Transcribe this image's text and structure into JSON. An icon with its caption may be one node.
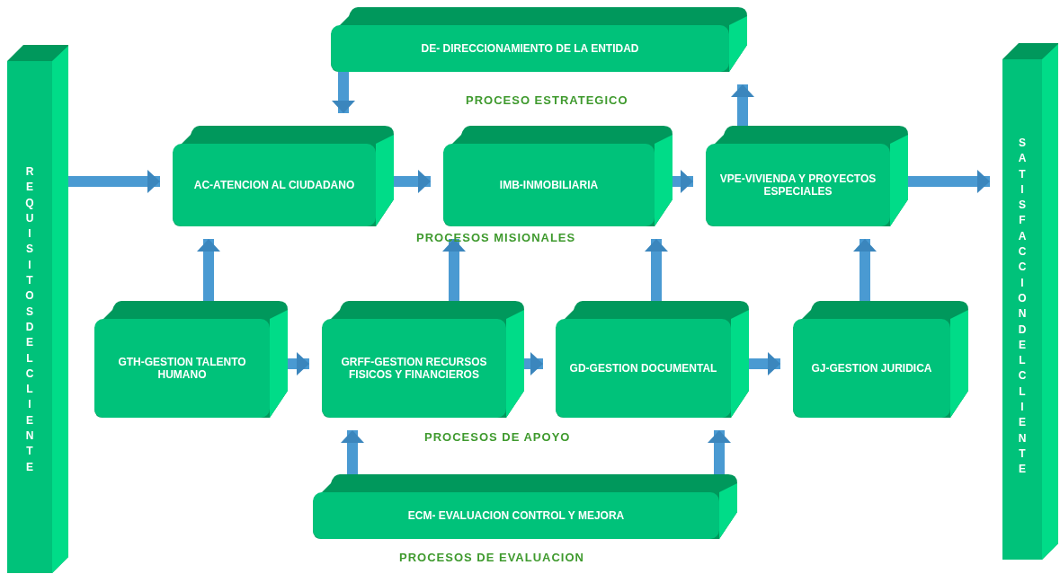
{
  "diagram": {
    "nodes": [
      {
        "text": [
          "REQUISITOS DEL CLIENTE"
        ]
      },
      {
        "text": [
          "DE- DIRECCIONAMIENTO DE LA ENTIDAD"
        ]
      },
      {
        "text": [
          "AC-ATENCION AL CIUDADANO"
        ]
      },
      {
        "text": [
          "IMB-INMOBILIARIA"
        ]
      },
      {
        "text": [
          "VPE-VIVIENDA Y PROYECTOS ESPECIALES"
        ]
      },
      {
        "text": [
          "GTH-GESTION TALENTO HUMANO"
        ]
      },
      {
        "text": [
          "GRFF-GESTION RECURSOS FISICOS Y FINANCIEROS"
        ]
      },
      {
        "text": [
          "GD-GESTION DOCUMENTAL"
        ]
      },
      {
        "text": [
          "GJ-GESTION JURIDICA"
        ]
      },
      {
        "text": [
          "ECM- EVALUACION CONTROL Y MEJORA"
        ]
      },
      {
        "text": [
          "SATISFACCION DEL CLIENTE"
        ]
      }
    ],
    "edges": [
      {
        "from": 0,
        "to": 2,
        "arrow": "to"
      },
      {
        "from": 1,
        "to": 2,
        "arrow": "to"
      },
      {
        "from": 2,
        "to": 3,
        "arrow": "to"
      },
      {
        "from": 3,
        "to": 4,
        "arrow": "to"
      },
      {
        "from": 4,
        "to": 1,
        "arrow": "to"
      },
      {
        "from": 4,
        "to": 10,
        "arrow": "to"
      },
      {
        "from": 5,
        "to": 2,
        "arrow": "to"
      },
      {
        "from": 6,
        "to": 3,
        "arrow": "to"
      },
      {
        "from": 7,
        "to": 3,
        "arrow": "to"
      },
      {
        "from": 8,
        "to": 4,
        "arrow": "to"
      },
      {
        "from": 5,
        "to": 6,
        "arrow": "to"
      },
      {
        "from": 6,
        "to": 7,
        "arrow": "to"
      },
      {
        "from": 7,
        "to": 8,
        "arrow": "to"
      },
      {
        "from": 9,
        "to": 6,
        "arrow": "to"
      },
      {
        "from": 9,
        "to": 7,
        "arrow": "to"
      }
    ],
    "labels": [
      "PROCESO ESTRATEGICO",
      "PROCESOS MISIONALES",
      "PROCESOS DE APOYO",
      "PROCESOS DE EVALUACION"
    ]
  }
}
